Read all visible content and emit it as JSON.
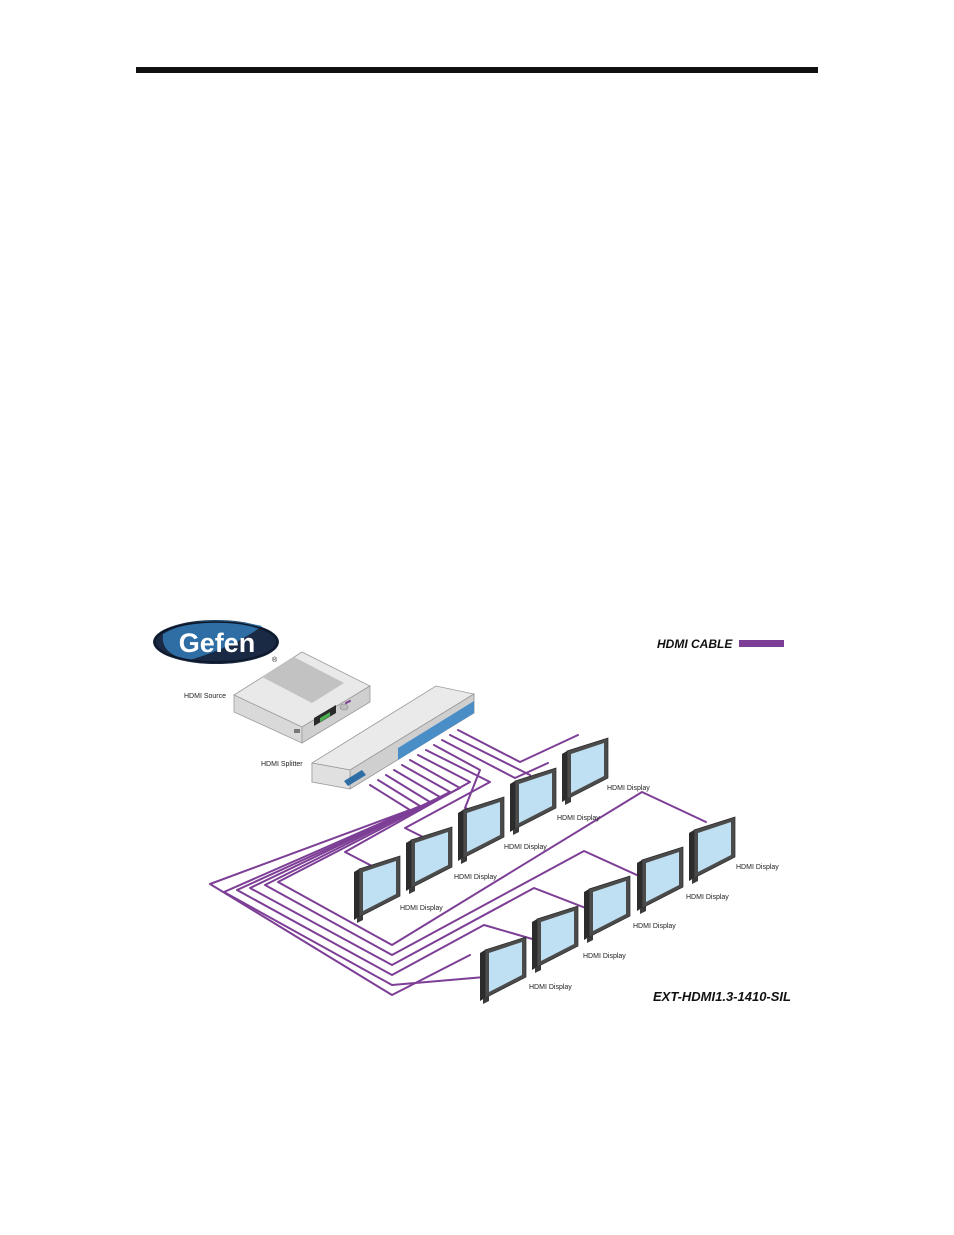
{
  "logo": {
    "text": "Gefen",
    "registered": "®"
  },
  "legend": {
    "label": "HDMI CABLE",
    "cable_color": "#7d3e96"
  },
  "devices": {
    "source_label": "HDMI Source",
    "splitter_label": "HDMI Splitter"
  },
  "displays": [
    {
      "label": "HDMI Display"
    },
    {
      "label": "HDMI Display"
    },
    {
      "label": "HDMI Display"
    },
    {
      "label": "HDMI Display"
    },
    {
      "label": "HDMI Display"
    },
    {
      "label": "HDMI Display"
    },
    {
      "label": "HDMI Display"
    },
    {
      "label": "HDMI Display"
    },
    {
      "label": "HDMI Display"
    },
    {
      "label": "HDMI Display"
    }
  ],
  "model": "EXT-HDMI1.3-1410-SIL",
  "colors": {
    "rule": "#111111",
    "logo_blue": "#2e6ea4",
    "logo_dark": "#1a2a44",
    "splitter_accent": "#4a8ec8",
    "screen": "#bfe0f2",
    "monitor_frame": "#4b4b4b"
  }
}
